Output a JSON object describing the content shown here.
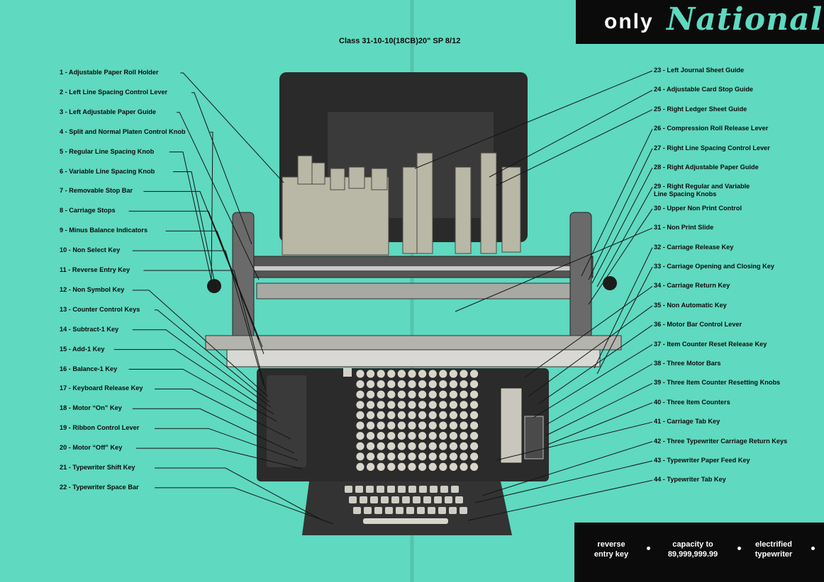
{
  "header": {
    "only": "only",
    "brand": "National",
    "class_line": "Class 31-10-10(18CB)20\" SP 8/12"
  },
  "left_labels": [
    "1 - Adjustable Paper Roll Holder",
    "2 - Left Line Spacing Control Lever",
    "3 - Left Adjustable Paper Guide",
    "4 - Split and Normal Platen Control Knob",
    "5 - Regular Line Spacing Knob",
    "6 - Variable Line Spacing Knob",
    "7 - Removable Stop Bar",
    "8 - Carriage Stops",
    "9 - Minus Balance Indicators",
    "10 - Non Select Key",
    "11 - Reverse Entry Key",
    "12 - Non Symbol Key",
    "13 - Counter Control Keys",
    "14 - Subtract-1 Key",
    "15 - Add-1 Key",
    "16 - Balance-1 Key",
    "17 - Keyboard Release Key",
    "18 - Motor “On” Key",
    "19 - Ribbon Control Lever",
    "20 - Motor “Off” Key",
    "21 - Typewriter Shift Key",
    "22 - Typewriter Space Bar"
  ],
  "right_labels": [
    "23 - Left Journal Sheet Guide",
    "24 - Adjustable Card Stop Guide",
    "25 - Right Ledger Sheet Guide",
    "26 - Compression Roll Release Lever",
    "27 - Right Line Spacing Control Lever",
    "28 - Right Adjustable Paper Guide",
    "29 - Right Regular and Variable\n       Line Spacing Knobs",
    "30 - Upper Non Print Control",
    "31 - Non Print Slide",
    "32 - Carriage Release Key",
    "33 - Carriage Opening and Closing Key",
    "34 - Carriage Return Key",
    "35 - Non Automatic Key",
    "36 - Motor Bar Control Lever",
    "37 - Item Counter Reset Release Key",
    "38 - Three Motor Bars",
    "39 - Three Item Counter Resetting Knobs",
    "40 - Three Item Counters",
    "41 - Carriage Tab  Key",
    "42 - Three Typewriter Carriage Return Keys",
    "43 - Typewriter Paper Feed Key",
    "44 - Typewriter Tab Key"
  ],
  "footer": {
    "features": [
      "reverse\nentry key",
      "capacity to\n89,999,999.99",
      "electrified\ntypewriter"
    ]
  },
  "colors": {
    "background": "#5fd9c0",
    "banner": "#0b0b0b",
    "machine": "#2b2b2b"
  }
}
